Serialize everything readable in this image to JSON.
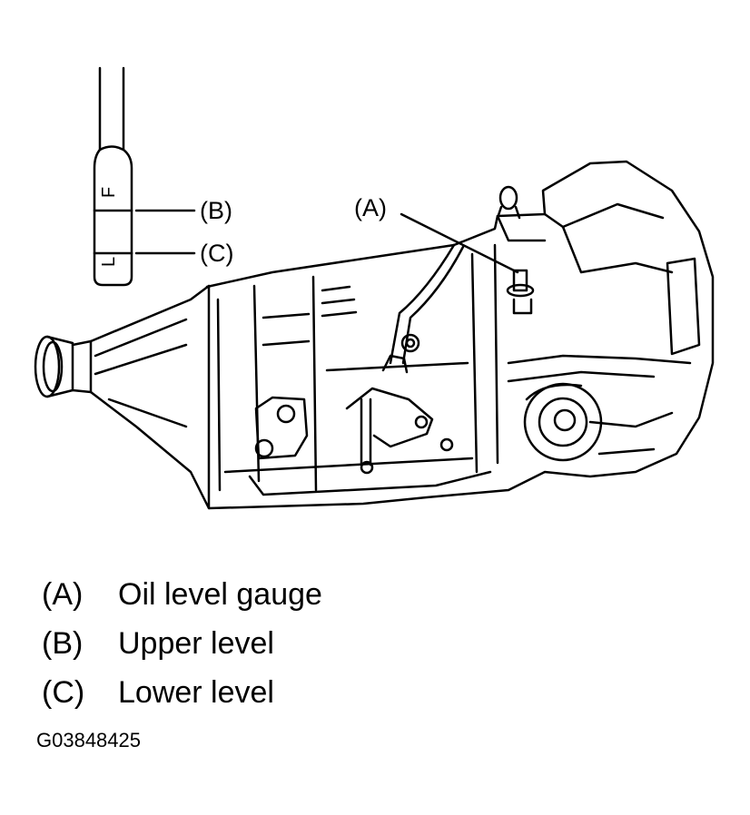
{
  "callouts": {
    "a": "(A)",
    "b": "(B)",
    "c": "(C)"
  },
  "gauge_marks": {
    "upper": "F",
    "lower": "L"
  },
  "legend": [
    {
      "key": "(A)",
      "text": "Oil level gauge"
    },
    {
      "key": "(B)",
      "text": "Upper level"
    },
    {
      "key": "(C)",
      "text": "Lower level"
    }
  ],
  "figure_id": "G03848425",
  "colors": {
    "line": "#000000",
    "background": "#ffffff"
  }
}
